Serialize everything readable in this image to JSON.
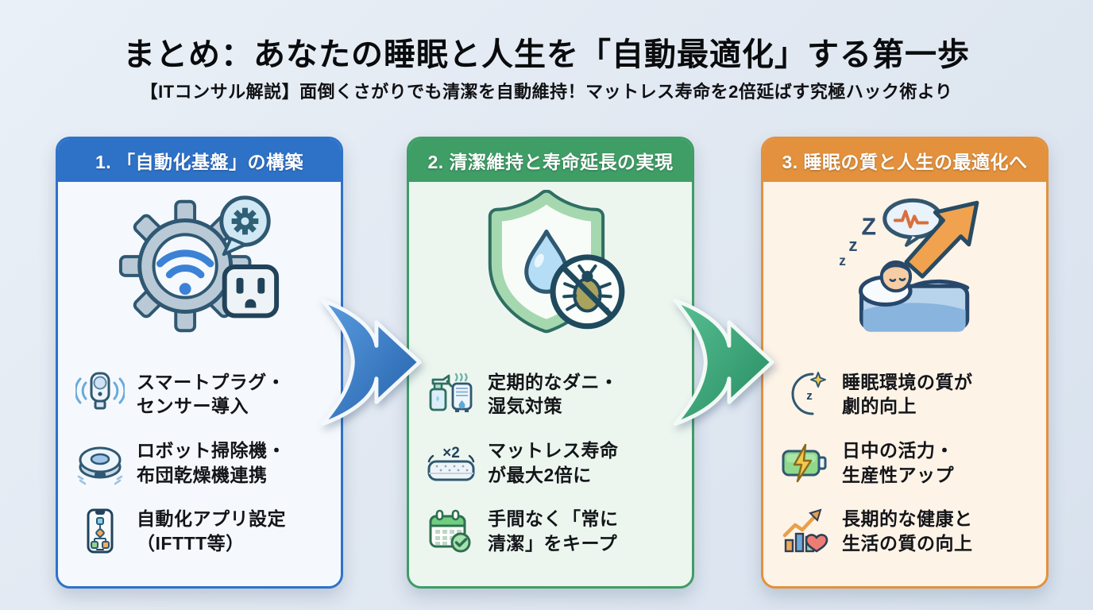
{
  "header": {
    "title": "まとめ：あなたの睡眠と人生を「自動最適化」する第一歩",
    "subtitle": "【ITコンサル解説】面倒くさがりでも清潔を自動維持！マットレス寿命を2倍延ばす究極ハック術より"
  },
  "cards": [
    {
      "header": "1. 「自動化基盤」の構築",
      "accent_color": "#2e72c8",
      "body_color": "#f5f9fd",
      "hero_icon": "automation-gear-wifi-plug-icon",
      "items": [
        {
          "icon": "smart-plug-sensor-icon",
          "lines": [
            "スマートプラグ・",
            "センサー導入"
          ]
        },
        {
          "icon": "robot-vacuum-icon",
          "lines": [
            "ロボット掃除機・",
            "布団乾燥機連携"
          ]
        },
        {
          "icon": "automation-app-phone-icon",
          "lines": [
            "自動化アプリ設定",
            "（IFTTT等）"
          ]
        }
      ]
    },
    {
      "header": "2. 清潔維持と寿命延長の実現",
      "accent_color": "#3f9d66",
      "body_color": "#ecf6ef",
      "hero_icon": "shield-waterdrop-no-mite-icon",
      "items": [
        {
          "icon": "spray-dehumidifier-icon",
          "lines": [
            "定期的なダニ・",
            "湿気対策"
          ]
        },
        {
          "icon": "mattress-x2-icon",
          "lines": [
            "マットレス寿命",
            "が最大2倍に"
          ]
        },
        {
          "icon": "calendar-check-icon",
          "lines": [
            "手間なく「常に",
            "清潔」をキープ"
          ]
        }
      ]
    },
    {
      "header": "3. 睡眠の質と人生の最適化へ",
      "accent_color": "#e3913c",
      "body_color": "#fdf3e7",
      "hero_icon": "sleeping-person-brain-arrow-icon",
      "items": [
        {
          "icon": "moon-star-icon",
          "lines": [
            "睡眠環境の質が",
            "劇的向上"
          ]
        },
        {
          "icon": "battery-bolt-icon",
          "lines": [
            "日中の活力・",
            "生産性アップ"
          ]
        },
        {
          "icon": "growth-chart-heart-icon",
          "lines": [
            "長期的な健康と",
            "生活の質の向上"
          ]
        }
      ]
    }
  ],
  "icon_text": {
    "mattress_multiplier": "×2",
    "moon_z": "z",
    "sleep_zzz": [
      "Z",
      "z",
      "z"
    ]
  },
  "arrows": [
    {
      "name": "flow-arrow-1",
      "color": "#2f6cb8"
    },
    {
      "name": "flow-arrow-2",
      "color": "#339a72"
    }
  ]
}
